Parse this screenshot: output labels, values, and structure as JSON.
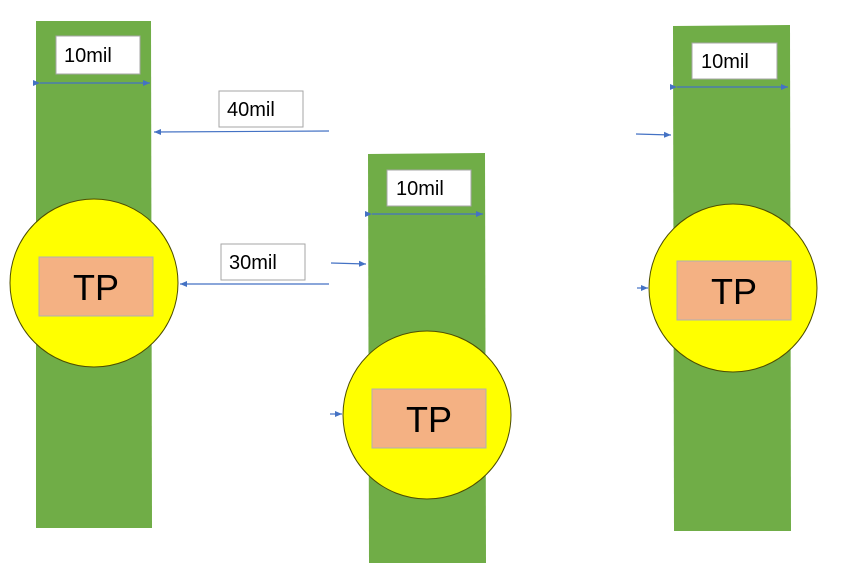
{
  "colors": {
    "trace": "#70AD47",
    "pad": "#FFFF00",
    "tp_box": "#F4B183",
    "arrow": "#4472C4",
    "label_border": "#A6A6A6"
  },
  "traces": [
    {
      "width_label": "10mil",
      "pad_label": "TP"
    },
    {
      "width_label": "10mil",
      "pad_label": "TP"
    },
    {
      "width_label": "10mil",
      "pad_label": "TP"
    }
  ],
  "clearances": {
    "trace_to_trace": "40mil",
    "pad_to_trace": "30mil"
  }
}
